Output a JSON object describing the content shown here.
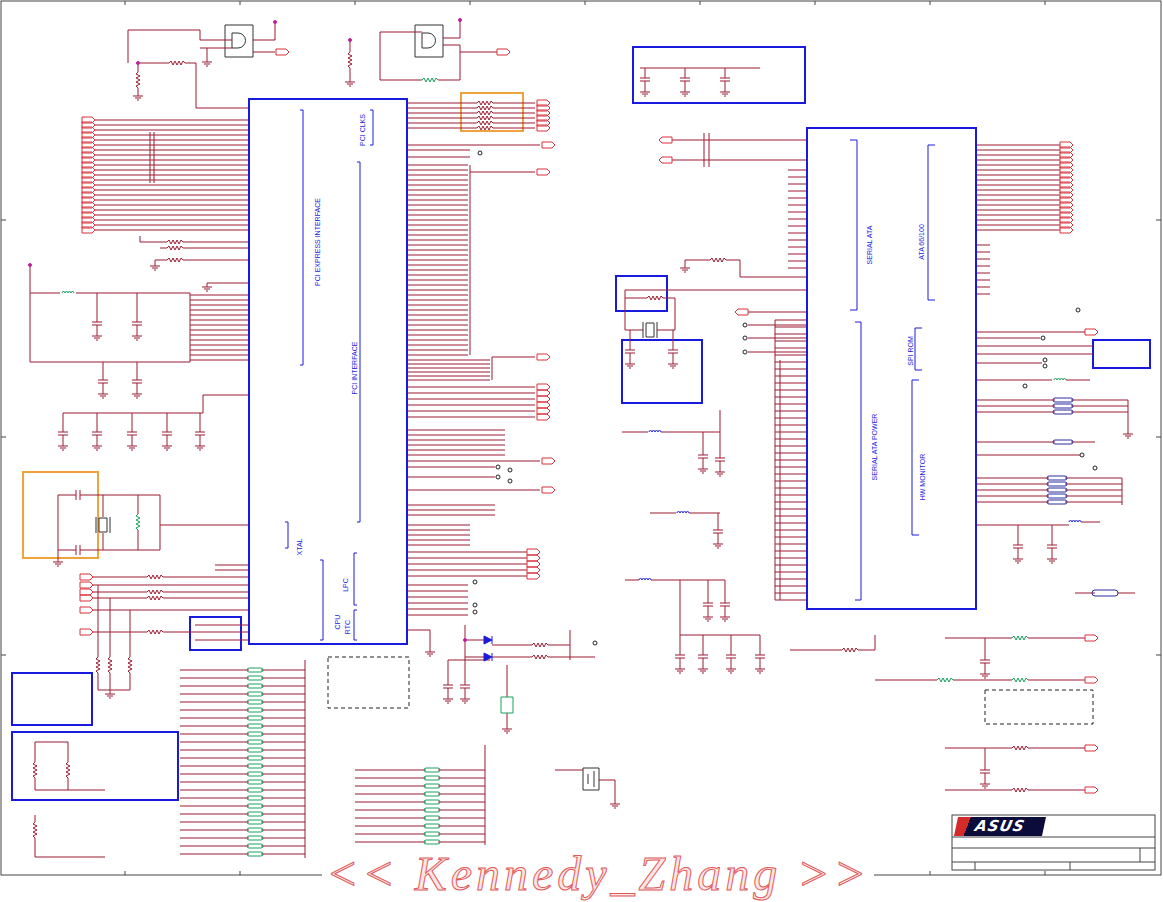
{
  "diagram": {
    "nodes": [
      {
        "text": [
          "PCI EXPRESS INTERFACE",
          "PCI CLKS",
          "PCI INTERFACE",
          "XTAL",
          "CPU",
          "LPC",
          "RTC"
        ]
      },
      {
        "text": [
          "SERIAL ATA",
          "ATA 66/100",
          "SPI ROM",
          "SERIAL ATA POWER",
          "HW MONITOR"
        ]
      },
      {
        "text": [
          "ASUS"
        ]
      }
    ],
    "labels": [
      "<< Kennedy_Zhang >>"
    ]
  }
}
